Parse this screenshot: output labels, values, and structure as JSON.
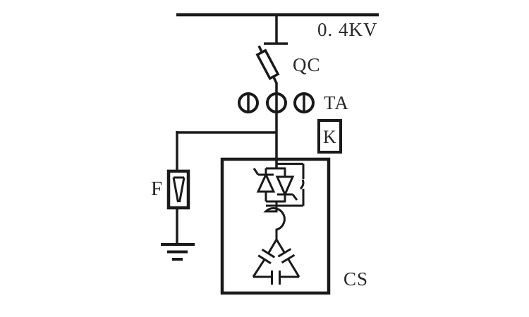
{
  "diagram": {
    "type": "electrical-single-line-diagram",
    "labels": {
      "busbar_voltage": "0. 4KV",
      "fuse_switch": "QC",
      "current_transformers": "TA",
      "relay": "K",
      "surge_arrester": "F",
      "compensation_cabinet": "CS"
    },
    "colors": {
      "line": "#1a1a1a",
      "text": "#26262b",
      "background": "#ffffff"
    }
  }
}
